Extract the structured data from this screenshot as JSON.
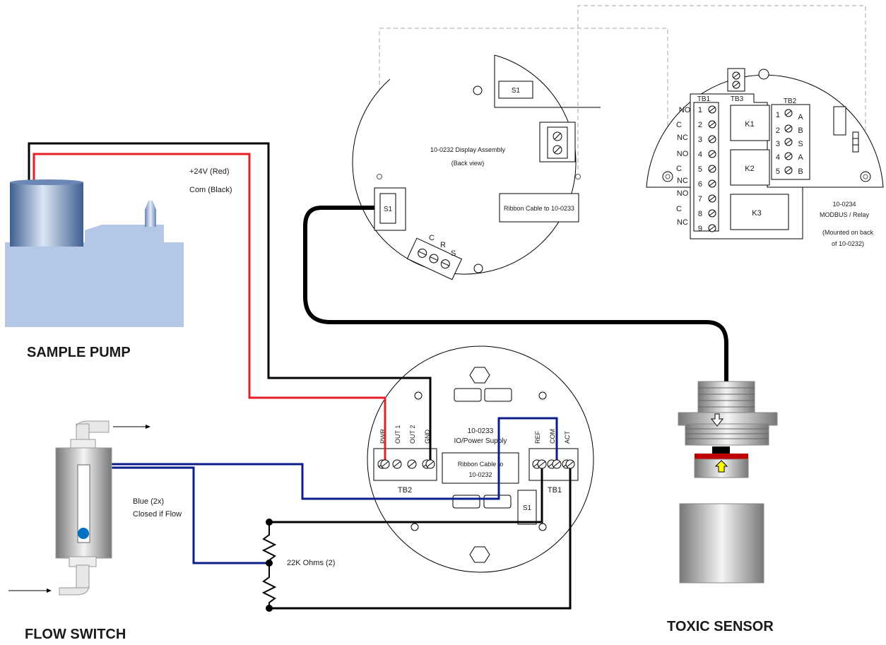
{
  "labels": {
    "sample_pump": "SAMPLE PUMP",
    "flow_switch": "FLOW SWITCH",
    "toxic_sensor": "TOXIC SENSOR",
    "pwr_red": "+24V (Red)",
    "com_black": "Com (Black)",
    "blue_2x": "Blue (2x)",
    "closed_if_flow": "Closed if Flow",
    "resistors": "22K Ohms (2)"
  },
  "display_assembly": {
    "title_line1": "10-0232 Display Assembly",
    "title_line2": "(Back view)",
    "s1_top": "S1",
    "s1_cable": "S1",
    "ribbon": "Ribbon Cable to 10-0233",
    "crs": [
      "C",
      "R",
      "S"
    ]
  },
  "io_board": {
    "title_line1": "10-0233",
    "title_line2": "IO/Power Supply",
    "tb2_label": "TB2",
    "tb1_label": "TB1",
    "tb2_terms": [
      "PWR",
      "OUT 1",
      "OUT 2",
      "GND"
    ],
    "tb1_terms": [
      "REF",
      "COM",
      "ACT"
    ],
    "ribbon_line1": "Ribbon Cable to",
    "ribbon_line2": "10-0232",
    "s1": "S1"
  },
  "relay_board": {
    "tb1": "TB1",
    "tb3": "TB3",
    "tb2": "TB2",
    "tb1_nums": [
      "1",
      "2",
      "3",
      "4",
      "5",
      "6",
      "7",
      "8",
      "9"
    ],
    "tb1_contacts": [
      "NO",
      "C",
      "NC",
      "NO",
      "C",
      "NC",
      "NO",
      "C",
      "NC"
    ],
    "relays": [
      "K1",
      "K2",
      "K3"
    ],
    "tb2_nums": [
      "1",
      "2",
      "3",
      "4",
      "5"
    ],
    "tb2_letters": [
      "A",
      "B",
      "S",
      "A",
      "B"
    ],
    "title_line1": "10-0234",
    "title_line2": "MODBUS / Relay",
    "note_line1": "(Mounted on back",
    "note_line2": "of 10-0232)"
  },
  "colors": {
    "red_wire": "#e31e24",
    "black_wire": "#000000",
    "blue_wire": "#0c1c8c",
    "pump_body": "#b4c7e7",
    "sensor_red": "#c00000",
    "sensor_arrow": "#ffff00",
    "flow_ball": "#0070c0",
    "dashed": "#a6a6a6"
  }
}
